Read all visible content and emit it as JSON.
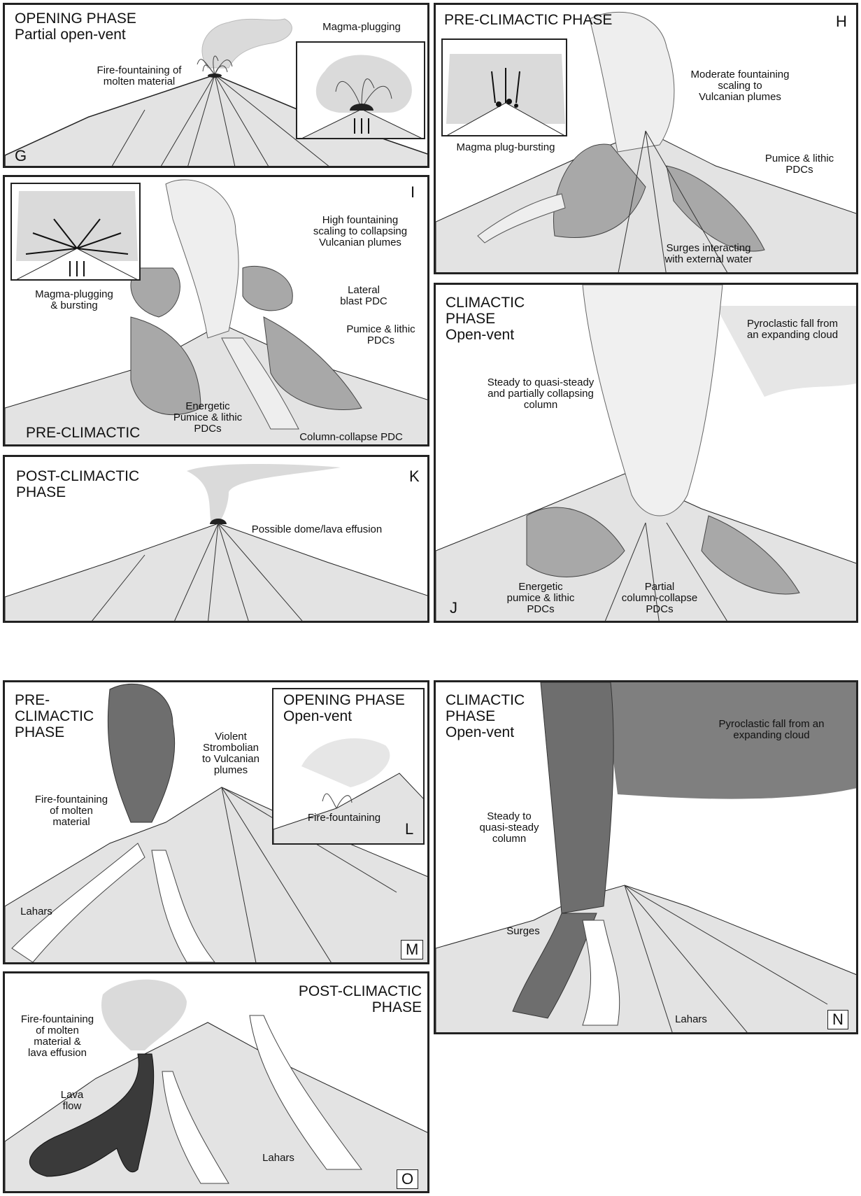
{
  "panels": {
    "G": {
      "letter": "G",
      "title": "OPENING PHASE\nPartial open-vent",
      "labels": {
        "fountain": "Fire-fountaining of\nmolten material",
        "inset": "Magma-plugging"
      }
    },
    "H": {
      "letter": "H",
      "title": "PRE-CLIMACTIC PHASE",
      "labels": {
        "moderate": "Moderate fountaining\nscaling to\nVulcanian plumes",
        "inset": "Magma plug-bursting",
        "pumice": "Pumice & lithic\nPDCs",
        "surges": "Surges interacting\nwith external water"
      }
    },
    "I": {
      "letter": "I",
      "title": "PRE-CLIMACTIC",
      "labels": {
        "high": "High fountaining\nscaling to collapsing\nVulcanian plumes",
        "plugging": "Magma-plugging\n& bursting",
        "lateral": "Lateral\nblast PDC",
        "pumice": "Pumice & lithic\nPDCs",
        "energetic": "Energetic\nPumice & lithic\nPDCs",
        "collapse": "Column-collapse PDC"
      }
    },
    "J": {
      "letter": "J",
      "title": "CLIMACTIC\nPHASE\nOpen-vent",
      "labels": {
        "fall": "Pyroclastic fall from\nan expanding cloud",
        "steady": "Steady to quasi-steady\nand partially collapsing\ncolumn",
        "energetic": "Energetic\npumice & lithic\nPDCs",
        "partial": "Partial\ncolumn-collapse\nPDCs"
      }
    },
    "K": {
      "letter": "K",
      "title": "POST-CLIMACTIC\nPHASE",
      "labels": {
        "dome": "Possible dome/lava effusion"
      }
    },
    "M": {
      "letter": "M",
      "title": "PRE-\nCLIMACTIC\nPHASE",
      "labels": {
        "violent": "Violent\nStrombolian\nto Vulcanian\nplumes",
        "fountain": "Fire-fountaining\nof molten\nmaterial",
        "lahars": "Lahars"
      }
    },
    "L": {
      "letter": "L",
      "title": "OPENING PHASE\nOpen-vent",
      "labels": {
        "fountain": "Fire-fountaining"
      }
    },
    "N": {
      "letter": "N",
      "title": "CLIMACTIC\nPHASE\nOpen-vent",
      "labels": {
        "fall": "Pyroclastic fall from an\nexpanding cloud",
        "steady": "Steady to\nquasi-steady\ncolumn",
        "surges": "Surges",
        "lahars": "Lahars"
      }
    },
    "O": {
      "letter": "O",
      "title": "POST-CLIMACTIC\nPHASE",
      "labels": {
        "fountain": "Fire-fountaining\nof molten\nmaterial &\nlava effusion",
        "lava": "Lava\nflow",
        "lahars": "Lahars"
      }
    }
  },
  "colors": {
    "ground": "#e3e3e3",
    "plume_light": "#dadada",
    "pdc_grey": "#a8a8a8",
    "column_dark": "#6e6e6e",
    "lava": "#3a3a3a",
    "cloud_dark": "#7f7f7f",
    "cloud_light": "#e6e6e6",
    "line": "#222222"
  }
}
